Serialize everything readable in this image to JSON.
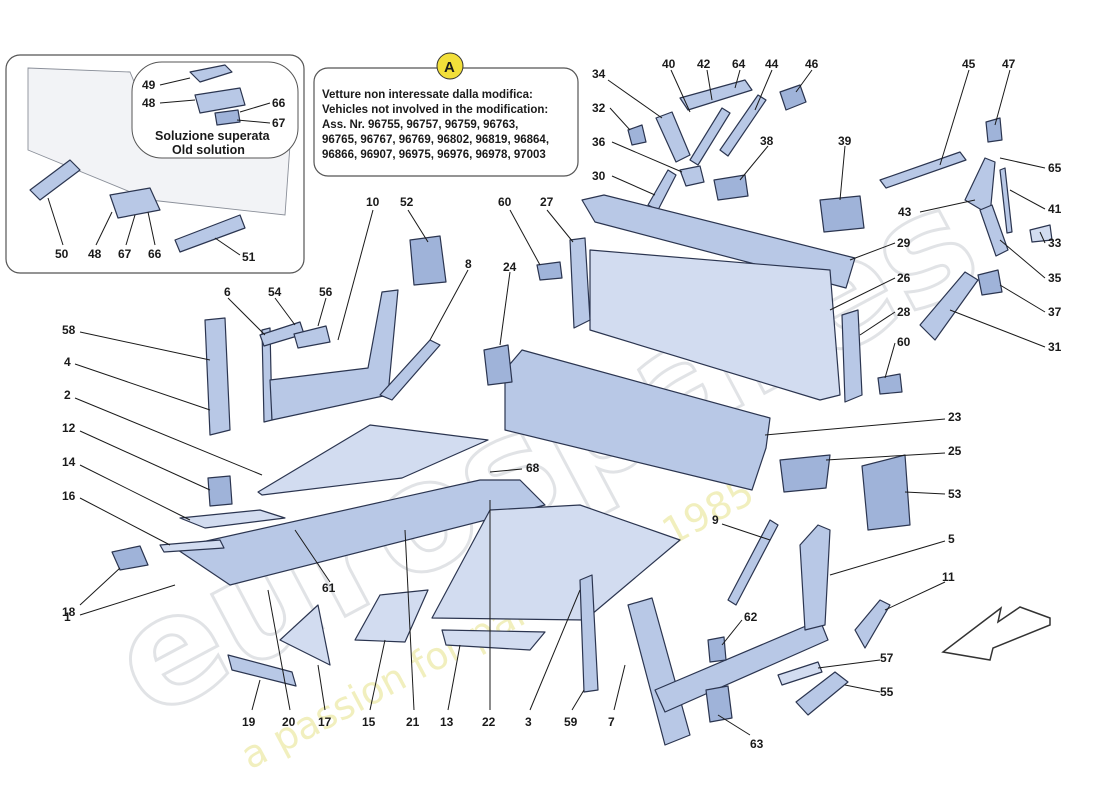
{
  "inset": {
    "title_it": "Soluzione superata",
    "title_en": "Old solution",
    "labels": [
      "49",
      "48",
      "66",
      "67",
      "50",
      "48",
      "67",
      "66",
      "51"
    ]
  },
  "notice": {
    "badge": "A",
    "lines": [
      "Vetture non interessate dalla modifica:",
      "Vehicles not involved in the modification:",
      "Ass. Nr. 96755, 96757, 96759, 96763,",
      "96765, 96767, 96769, 96802, 96819, 96864,",
      "96866, 96907, 96975, 96976, 96978, 97003"
    ]
  },
  "callouts": [
    "34",
    "40",
    "42",
    "64",
    "44",
    "46",
    "45",
    "47",
    "32",
    "38",
    "36",
    "39",
    "65",
    "30",
    "41",
    "43",
    "33",
    "35",
    "37",
    "31",
    "10",
    "52",
    "60",
    "27",
    "29",
    "26",
    "24",
    "8",
    "54",
    "56",
    "6",
    "28",
    "60",
    "58",
    "4",
    "2",
    "23",
    "12",
    "25",
    "68",
    "14",
    "53",
    "16",
    "9",
    "5",
    "18",
    "11",
    "1",
    "62",
    "57",
    "55",
    "19",
    "20",
    "17",
    "15",
    "21",
    "13",
    "22",
    "3",
    "59",
    "7",
    "63",
    "61"
  ],
  "watermark": {
    "brand": "eurospares",
    "tagline": "a passion for parts since 1985"
  }
}
